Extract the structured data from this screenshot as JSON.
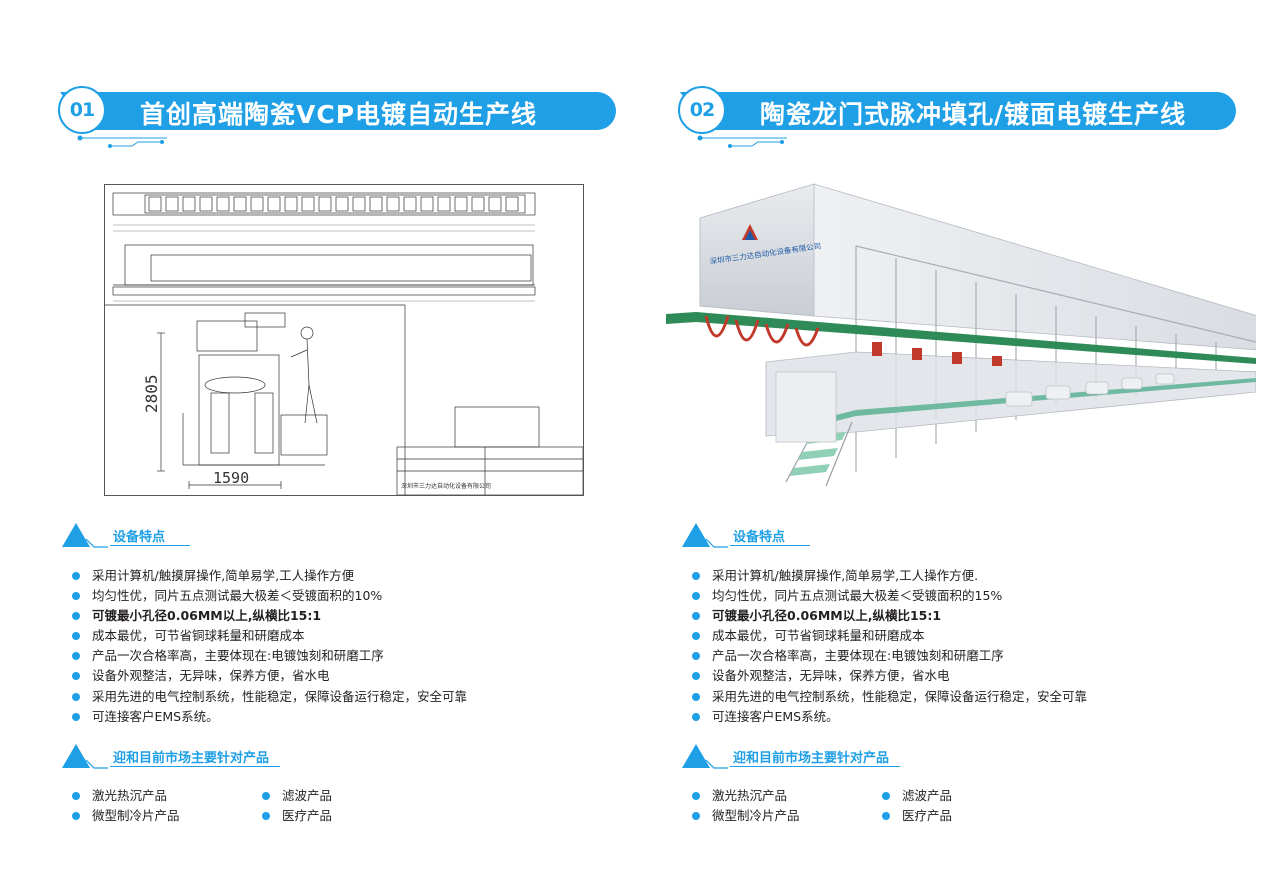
{
  "pages": [
    {
      "number": "01",
      "title": "首创高端陶瓷VCP电镀自动生产线",
      "drawing": {
        "dimension_height": "2805",
        "dimension_width": "1590",
        "company": "深圳市三力达自动化设备有限公司"
      },
      "features_heading": "设备特点",
      "features": [
        "采用计算机/触摸屏操作,简单易学,工人操作方便",
        "均匀性优，同片五点测试最大极差＜受镀面积的10%",
        "可镀最小孔径0.06MM以上,纵横比15:1",
        "成本最优，可节省铜球耗量和研磨成本",
        "产品一次合格率高，主要体现在:电镀蚀刻和研磨工序",
        "设备外观整洁，无异味，保养方便，省水电",
        "采用先进的电气控制系统，性能稳定，保障设备运行稳定，安全可靠",
        "可连接客户EMS系统。"
      ],
      "products_heading": "迎和目前市场主要针对产品",
      "products_col1": [
        "激光热沉产品",
        "微型制冷片产品"
      ],
      "products_col2": [
        "滤波产品",
        "医疗产品"
      ]
    },
    {
      "number": "02",
      "title": "陶瓷龙门式脉冲填孔/镀面电镀生产线",
      "photo": {
        "company": "深圳市三力达自动化设备有限公司"
      },
      "features_heading": "设备特点",
      "features": [
        "采用计算机/触摸屏操作,简单易学,工人操作方便.",
        "均匀性优，同片五点测试最大极差＜受镀面积的15%",
        "可镀最小孔径0.06MM以上,纵横比15:1",
        "成本最优，可节省铜球耗量和研磨成本",
        "产品一次合格率高，主要体现在:电镀蚀刻和研磨工序",
        "设备外观整洁，无异味，保养方便，省水电",
        "采用先进的电气控制系统，性能稳定，保障设备运行稳定，安全可靠",
        "可连接客户EMS系统。"
      ],
      "products_heading": "迎和目前市场主要针对产品",
      "products_col1": [
        "激光热沉产品",
        "微型制冷片产品"
      ],
      "products_col2": [
        "滤波产品",
        "医疗产品"
      ]
    }
  ],
  "colors": {
    "accent": "#1e9fe6",
    "text": "#231f20",
    "red_hose": "#c0392b",
    "green_rail": "#2e8b57"
  }
}
